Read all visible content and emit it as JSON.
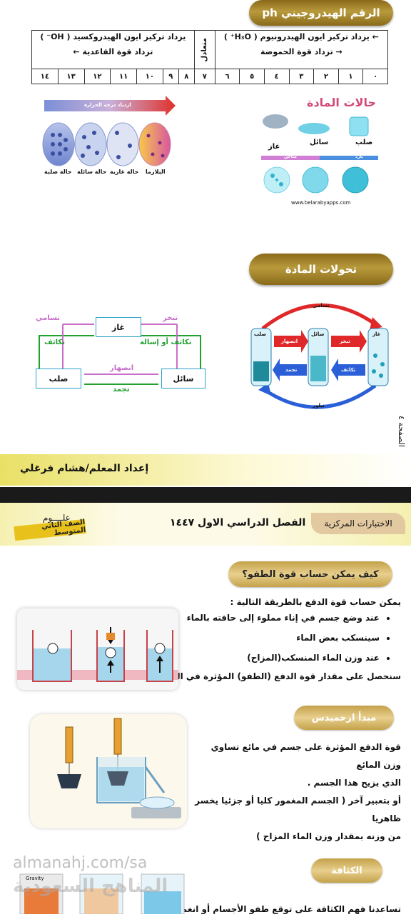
{
  "ph_section": {
    "title": "الرقم الهيدروجيني ph",
    "acid_line1": "يزداد تركيز ايون الهيدرونيوم ( H₃O⁺ )",
    "acid_line2": "تزداد قوة الحموضة",
    "neutral": "متعادل",
    "base_line1": "يزداد تركيز ايون الهيدروكسيد ( OH⁻ )",
    "base_line2": "تزداد قوة القاعدية",
    "scale": [
      "١٤",
      "١٣",
      "١٢",
      "١١",
      "١٠",
      "٩",
      "٨",
      "٧",
      "٦",
      "٥",
      "٤",
      "٣",
      "٢",
      "١",
      "٠"
    ]
  },
  "states_left": {
    "arrow_label": "ازدياد درجة الحرارة",
    "labels": [
      "حالة صلبة",
      "حالة سائلة",
      "حالة غازية",
      "البلازما"
    ]
  },
  "states_right": {
    "title": "حالات المادة",
    "labels": [
      "صلب",
      "سائل",
      "غاز"
    ],
    "bar_left": "ساخن",
    "bar_right": "بارد",
    "url": "www.belarabyapps.com"
  },
  "transformations": {
    "title": "تحولات المادة",
    "left": {
      "gas": "غاز",
      "solid": "صلب",
      "liquid": "سائل",
      "sublimation": "تسامي",
      "evaporation": "تبخر",
      "deposition": "تكاثف",
      "condensation": "تكاثف أو إسالة",
      "melting": "انصهار",
      "freezing": "تجمد"
    },
    "right": {
      "top": "تسامي",
      "bottom": "تبلور",
      "solid": "صلب",
      "liquid": "سائل",
      "gas": "غاز",
      "melt": "انصهار",
      "evap": "تبخر",
      "freeze": "تجمد",
      "cond": "تكاثف"
    }
  },
  "page_side": "الصفحة ٤",
  "author": "إعداد المعلم/هشام فرغلي",
  "header2": {
    "exams": "الاختبارات المركزية",
    "semester": "الفصل الدراسي الاول ١٤٤٧",
    "subject": "علــــوم",
    "grade": "الصف الثاني المتوسط"
  },
  "buoyancy": {
    "title": "كيف يمكن حساب قوة الطفو؟",
    "intro": "يمكن حساب قوة الدفع بالطريقة التالية :",
    "bullets": [
      "عند وضع جسم في إناء مملوء إلى حافته بالماء",
      "سينسكب بعض الماء",
      "عند وزن الماء المنسكب(المزاح)"
    ],
    "result": "سنحصل على مقدار قوة الدفع (الطفو) المؤثرة في الجسم"
  },
  "archimedes": {
    "title": "مبدأ ارخميدس",
    "p1": "قوة الدفع المؤثرة على جسم في مائع تساوي وزن المائع",
    "p2": "الذي يزيح هذا الجسم .",
    "p3": "أو بتعبير آخر ( الجسم المغمور كليا أو جزئيا يخسر ظاهريا",
    "p4": "من وزنه بمقدار وزن الماء المزاح )"
  },
  "density": {
    "title": "الكثافة",
    "text": "تساعدنا فهم الكثافة على توقع طفو الأجسام أو انغمارها .",
    "img_label": "Gravity"
  },
  "watermark": {
    "url": "almanahj.com/sa",
    "name": "المناهج السعودية"
  }
}
